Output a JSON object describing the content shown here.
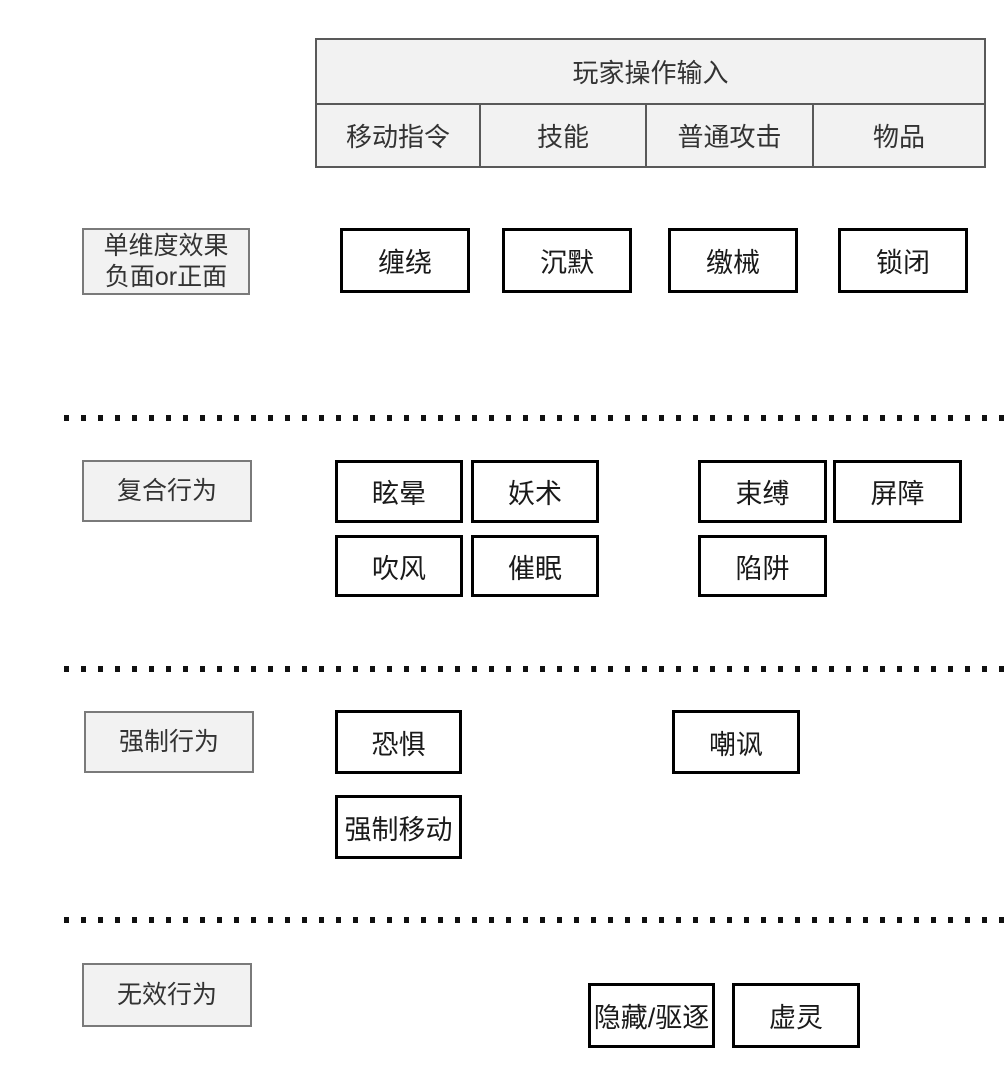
{
  "table": {
    "title": "玩家操作输入",
    "columns": [
      "移动指令",
      "技能",
      "普通攻击",
      "物品"
    ]
  },
  "sections": [
    {
      "label": "单维度效果\n负面or正面",
      "items": [
        "缠绕",
        "沉默",
        "缴械",
        "锁闭"
      ]
    },
    {
      "label": "复合行为",
      "items": [
        "眩晕",
        "妖术",
        "束缚",
        "屏障",
        "吹风",
        "催眠",
        "陷阱"
      ]
    },
    {
      "label": "强制行为",
      "items": [
        "恐惧",
        "嘲讽",
        "强制移动"
      ]
    },
    {
      "label": "无效行为",
      "items": [
        "隐藏/驱逐",
        "虚灵"
      ]
    }
  ],
  "colors": {
    "panel_fill": "#f2f2f2",
    "panel_border": "#7a7a7a",
    "table_border": "#595959",
    "item_box_border": "#000000",
    "text": "#333333"
  }
}
